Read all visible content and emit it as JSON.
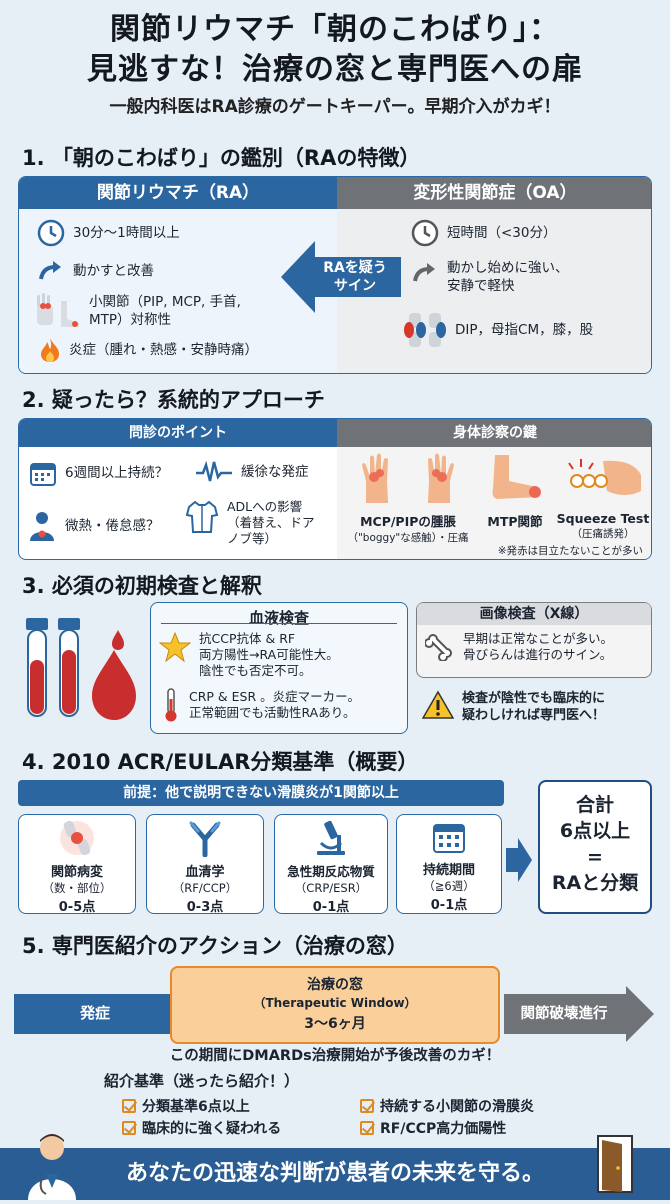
{
  "header": {
    "title_line1": "関節リウマチ「朝のこわばり」：",
    "title_line2": "見逃すな！治療の窓と専門医への扉",
    "subtitle": "一般内科医はRA診療のゲートキーパー。早期介入がカギ！"
  },
  "s1": {
    "title": "1. 「朝のこわばり」の鑑別（RAの特徴）",
    "ra_head": "関節リウマチ（RA）",
    "oa_head": "変形性関節症（OA）",
    "ra_items": [
      {
        "icon": "clock-icon",
        "text": "30分〜1時間以上"
      },
      {
        "icon": "arrow-up-icon",
        "text": "動かすと改善"
      },
      {
        "icon": "hand-foot-joint-icon",
        "text": "小関節（PIP, MCP, 手首,\nMTP）対称性"
      },
      {
        "icon": "flame-icon",
        "text": "炎症（腫れ・熱感・安静時痛）"
      }
    ],
    "arrow_label": "RAを疑う\nサイン",
    "oa_items": [
      {
        "icon": "clock-icon",
        "text": "短時間（<30分）"
      },
      {
        "icon": "arrow-up-icon",
        "text": "動かし始めに強い、\n安静で軽快"
      },
      {
        "icon": "knee-joint-icon",
        "text": "DIP，母指CM，膝，股"
      }
    ]
  },
  "s2": {
    "title": "2. 疑ったら？系統的アプローチ",
    "interview_head": "問診のポイント",
    "exam_head": "身体診察の鍵",
    "interview_items": [
      {
        "icon": "calendar-icon",
        "text": "6週間以上持続？"
      },
      {
        "icon": "pulse-wave-icon",
        "text": "緩徐な発症"
      },
      {
        "icon": "person-fever-icon",
        "text": "微熱・倦怠感？"
      },
      {
        "icon": "shirt-icon",
        "text": "ADLへの影響\n（着替え、ドア\nノブ等）"
      }
    ],
    "exam_items": [
      {
        "icon": "hands-icon",
        "label": "MCP/PIPの腫脹",
        "sub": "（\"boggy\"な感触）・圧痛"
      },
      {
        "icon": "foot-icon",
        "label": "MTP関節",
        "sub": ""
      },
      {
        "icon": "squeeze-icon",
        "label": "Squeeze Test",
        "sub": "（圧痛誘発）"
      }
    ],
    "exam_note": "※発赤は目立たないことが多い"
  },
  "s3": {
    "title": "3. 必須の初期検査と解釈",
    "blood_head": "血液検査",
    "blood_items": [
      {
        "icon": "star-icon",
        "text": "抗CCP抗体 & RF\n両方陽性→RA可能性大。\n陰性でも否定不可。"
      },
      {
        "icon": "thermometer-icon",
        "text": "CRP & ESR 。炎症マーカー。\n正常範囲でも活動性RAあり。"
      }
    ],
    "image_head": "画像検査（X線）",
    "image_text": "早期は正常なことが多い。\n骨びらんは進行のサイン。",
    "warning_text": "検査が陰性でも臨床的に\n疑わしければ専門医へ！"
  },
  "s4": {
    "title": "4. 2010 ACR/EULAR分類基準（概要）",
    "premise": "前提：他で説明できない滑膜炎が1関節以上",
    "criteria": [
      {
        "icon": "joint-icon",
        "label": "関節病変",
        "sub": "（数・部位）",
        "points": "0-5点"
      },
      {
        "icon": "antibody-icon",
        "label": "血清学",
        "sub": "（RF/CCP）",
        "points": "0-3点"
      },
      {
        "icon": "microscope-icon",
        "label": "急性期反応物質",
        "sub": "（CRP/ESR）",
        "points": "0-1点"
      },
      {
        "icon": "calendar-icon",
        "label": "持続期間",
        "sub": "（≧6週）",
        "points": "0-1点"
      }
    ],
    "total_lines": [
      "合計",
      "6点以上",
      "=",
      "RAと分類"
    ]
  },
  "s5": {
    "title": "5. 専門医紹介のアクション（治療の窓）",
    "onset": "発症",
    "window_title": "治療の窓",
    "window_en": "（Therapeutic Window）",
    "window_period": "3〜6ヶ月",
    "progress": "関節破壊進行",
    "key_message": "この期間にDMARDs治療開始が予後改善のカギ！",
    "referral_head": "紹介基準（迷ったら紹介！）",
    "referral_items": [
      "分類基準6点以上",
      "持続する小関節の滑膜炎",
      "臨床的に強く疑われる",
      "RF/CCP高力価陽性"
    ]
  },
  "footer": {
    "text": "あなたの迅速な判断が患者の未来を守る。"
  },
  "colors": {
    "primary_blue": "#2b66a1",
    "gray_head": "#6f7378",
    "accent_orange": "#f4a24a",
    "alert_red": "#d6362b"
  }
}
